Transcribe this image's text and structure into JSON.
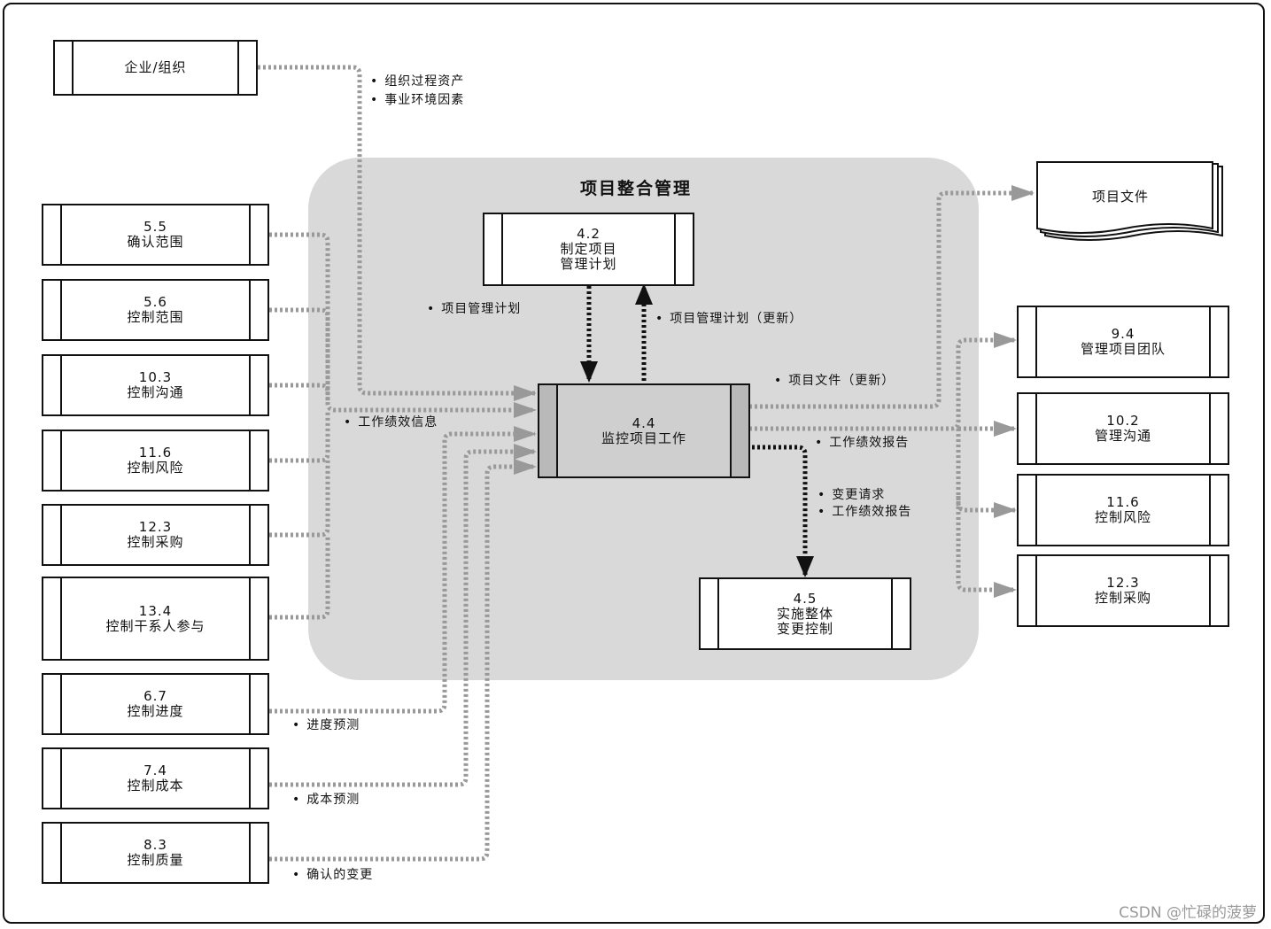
{
  "region": {
    "title": "项目整合管理"
  },
  "center_process": {
    "number": "4.4",
    "name": "监控项目工作"
  },
  "internal_processes": [
    {
      "number": "4.2",
      "name_lines": [
        "制定项目",
        "管理计划"
      ]
    },
    {
      "number": "4.5",
      "name_lines": [
        "实施整体",
        "变更控制"
      ]
    }
  ],
  "enterprise": {
    "label": "企业/组织"
  },
  "input_processes": [
    {
      "number": "5.5",
      "name": "确认范围"
    },
    {
      "number": "5.6",
      "name": "控制范围"
    },
    {
      "number": "10.3",
      "name": "控制沟通"
    },
    {
      "number": "11.6",
      "name": "控制风险"
    },
    {
      "number": "12.3",
      "name": "控制采购"
    },
    {
      "number": "13.4",
      "name": "控制干系人参与"
    },
    {
      "number": "6.7",
      "name": "控制进度"
    },
    {
      "number": "7.4",
      "name": "控制成本"
    },
    {
      "number": "8.3",
      "name": "控制质量"
    }
  ],
  "output_processes": [
    {
      "number": "9.4",
      "name": "管理项目团队"
    },
    {
      "number": "10.2",
      "name": "管理沟通"
    },
    {
      "number": "11.6",
      "name": "控制风险"
    },
    {
      "number": "12.3",
      "name": "控制采购"
    }
  ],
  "output_document": {
    "label": "项目文件"
  },
  "flow_labels": {
    "org_assets": "组织过程资产",
    "env_factors": "事业环境因素",
    "pm_plan": "项目管理计划",
    "pm_plan_update": "项目管理计划（更新）",
    "work_perf_info": "工作绩效信息",
    "proj_docs_update": "项目文件（更新）",
    "work_perf_report": "工作绩效报告",
    "change_request": "变更请求",
    "work_perf_report_2": "工作绩效报告",
    "schedule_forecast": "进度预测",
    "cost_forecast": "成本预测",
    "validated_changes": "确认的变更"
  },
  "watermark": "CSDN @忙碌的菠萝"
}
